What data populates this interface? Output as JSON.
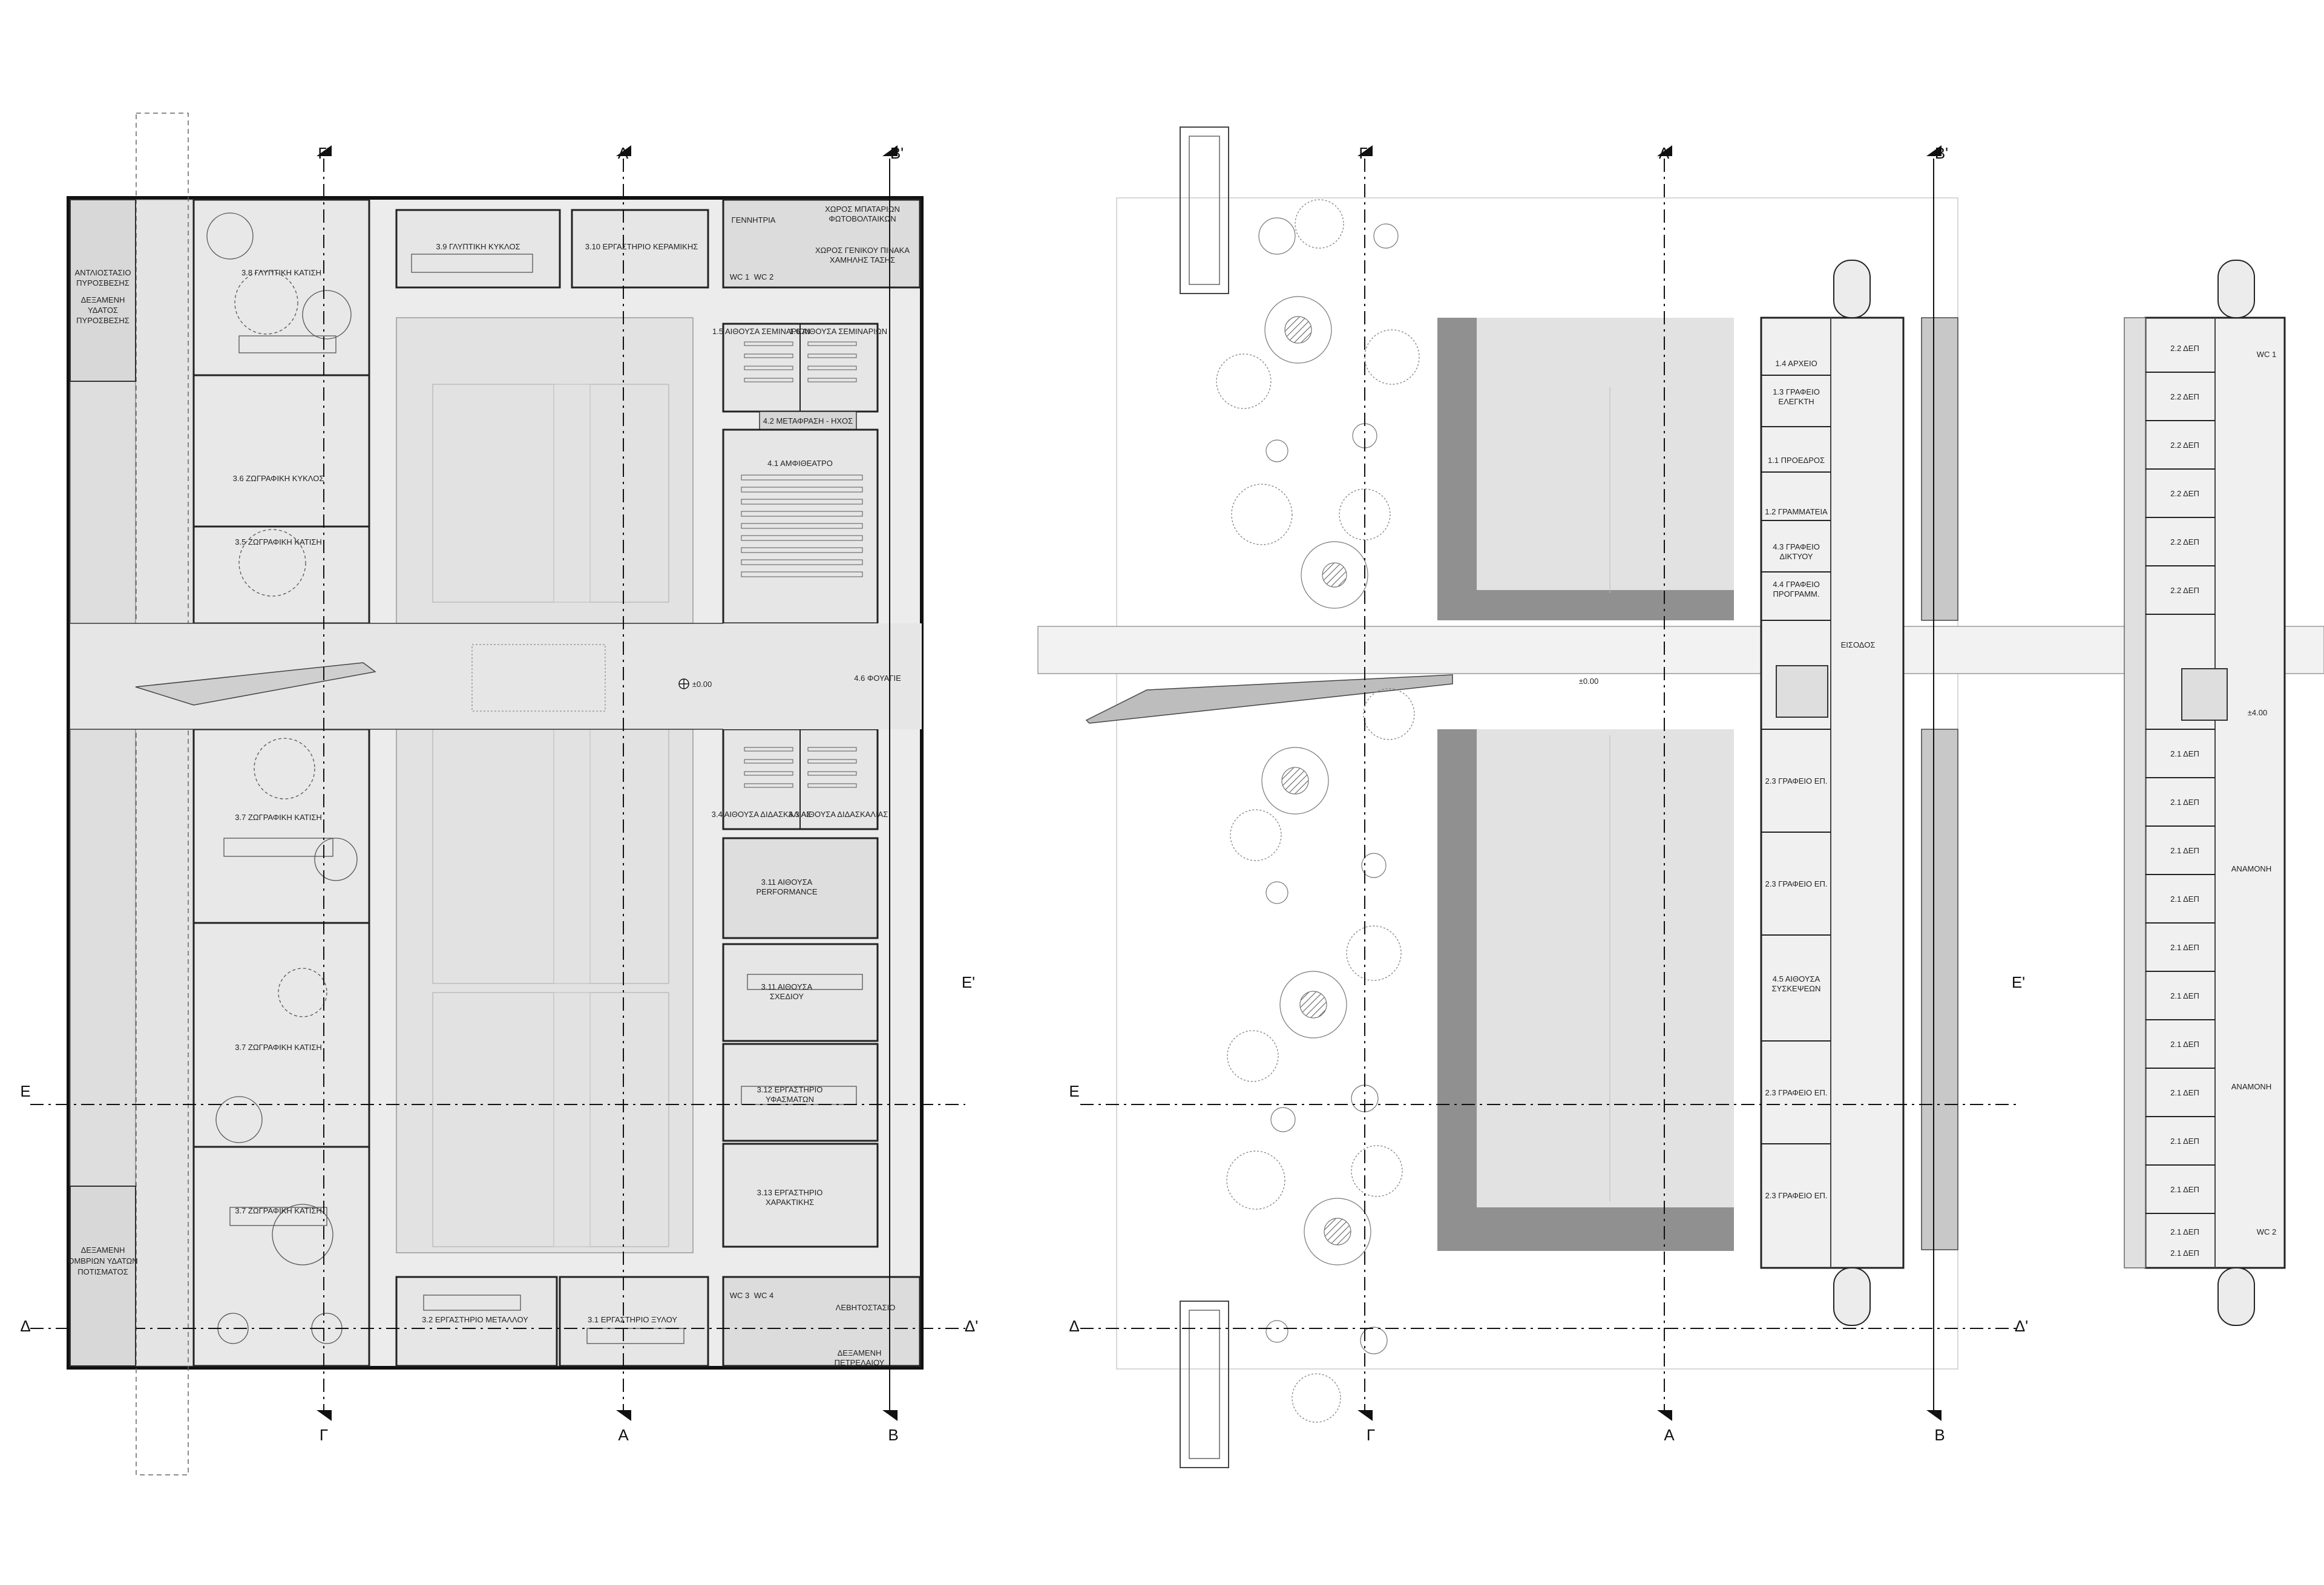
{
  "section_marks": {
    "gamma_prime": "Γ'",
    "alpha_prime": "Α'",
    "beta_prime": "Β'",
    "gamma": "Γ",
    "alpha": "Α",
    "beta": "Β",
    "epsilon": "Ε",
    "epsilon_prime": "Ε'",
    "delta": "Δ",
    "delta_prime": "Δ'"
  },
  "ground_floor": {
    "level_mark": "±0.00",
    "notes": {
      "fire_tank_1": "ΑΝΤΛΙΟΣΤΑΣΙΟ",
      "fire_tank_2": "ΠΥΡΟΣΒΕΣΗΣ",
      "fire_tank_3": "ΔΕΞΑΜΕΝΗ",
      "fire_tank_4": "ΥΔΑΤΟΣ",
      "fire_tank_5": "ΠΥΡΟΣΒΕΣΗΣ",
      "rain_tank_1": "ΔΕΞΑΜΕΝΗ",
      "rain_tank_2": "ΟΜΒΡΙΩΝ ΥΔΑΤΩΝ",
      "rain_tank_3": "ΠΟΤΙΣΜΑΤΟΣ",
      "oil_tank_1": "ΔΕΞΑΜΕΝΗ",
      "oil_tank_2": "ΠΕΤΡΕΛΑΙΟΥ"
    },
    "rooms": {
      "sculpture_1": "3.8 ΓΛΥΠΤΙΚΗ ΚΑΤΙΣΗ",
      "painting_circle": "3.6 ΖΩΓΡΑΦΙΚΗ ΚΥΚΛΟΣ",
      "painting_1": "3.5 ΖΩΓΡΑΦΙΚΗ ΚΑΤΙΣΗ",
      "painting_2": "3.7 ΖΩΓΡΑΦΙΚΗ ΚΑΤΙΣΗ",
      "painting_3": "3.7 ΖΩΓΡΑΦΙΚΗ ΚΑΤΙΣΗ",
      "painting_4": "3.7 ΖΩΓΡΑΦΙΚΗ ΚΑΤΙΣΗ",
      "sculpture_circle": "3.9 ΓΛΥΠΤΙΚΗ ΚΥΚΛΟΣ",
      "ceramics": "3.10 ΕΡΓΑΣΤΗΡΙΟ ΚΕΡΑΜΙΚΗΣ",
      "generator": "ΓΕΝΝΗΤΡΙΑ",
      "storage_1": "ΧΩΡΟΣ ΜΠΑΤΑΡΙΩΝ",
      "storage_2": "ΦΩΤΟΒΟΛΤΑΙΚΩΝ",
      "storage_3": "ΧΩΡΟΣ ΓΕΝΙΚΟΥ ΠΙΝΑΚΑ",
      "storage_4": "ΧΑΜΗΛΗΣ ΤΑΣΗΣ",
      "wc_1": "WC 1",
      "wc_2": "WC 2",
      "seminar_1": "1.5 ΑΙΘΟΥΣΑ ΣΕΜΙΝΑΡΙΩΝ",
      "seminar_2": "1.6 ΑΙΘΟΥΣΑ ΣΕΜΙΝΑΡΙΩΝ",
      "translation": "4.2 ΜΕΤΑΦΡΑΣΗ - ΗΧΟΣ",
      "amphitheatre": "4.1 ΑΜΦΙΘΕΑΤΡΟ",
      "foyer": "4.6 ΦΟΥΑΓΙΕ",
      "teaching_1": "3.4 ΑΙΘΟΥΣΑ ΔΙΔΑΣΚΑΛΙΑΣ",
      "teaching_2": "3.3 ΑΙΘΟΥΣΑ ΔΙΔΑΣΚΑΛΙΑΣ",
      "performance_1": "3.11 ΑΙΘΟΥΣΑ",
      "performance_2": "PERFORMANCE",
      "drawing_1": "3.11 ΑΙΘΟΥΣΑ",
      "drawing_2": "ΣΧΕΔΙΟΥ",
      "textile_1": "3.12 ΕΡΓΑΣΤΗΡΙΟ",
      "textile_2": "ΥΦΑΣΜΑΤΩΝ",
      "printmaking_1": "3.13 ΕΡΓΑΣΤΗΡΙΟ",
      "printmaking_2": "ΧΑΡΑΚΤΙΚΗΣ",
      "metal": "3.2 ΕΡΓΑΣΤΗΡΙΟ ΜΕΤΑΛΛΟΥ",
      "wood": "3.1 ΕΡΓΑΣΤΗΡΙΟ ΞΥΛΟΥ",
      "boiler": "ΛΕΒΗΤΟΣΤΑΣΙΟ",
      "wc_3": "WC 3",
      "wc_4": "WC 4"
    }
  },
  "first_floor": {
    "level_mark": "±0.00",
    "rooms": {
      "archive": "1.4 ΑΡΧΕΙΟ",
      "office_a": "1.3 ΓΡΑΦΕΙΟ",
      "office_b": "ΕΛΕΓΚΤΗ",
      "president": "1.1 ΠΡΟΕΔΡΟΣ",
      "secretariat": "1.2 ΓΡΑΜΜΑΤΕΙΑ",
      "network_1": "4.3 ΓΡΑΦΕΙΟ",
      "network_2": "ΔΙΚΤΥΟΥ",
      "reception_1": "4.4 ΓΡΑΦΕΙΟ",
      "reception_2": "ΠΡΟΓΡΑΜΜ.",
      "entrance": "ΕΙΣΟΔΟΣ",
      "staff_1": "2.3 ΓΡΑΦΕΙΟ ΕΠ.",
      "staff_2": "2.3 ΓΡΑΦΕΙΟ ΕΠ.",
      "meeting_1": "4.5 ΑΙΘΟΥΣΑ",
      "meeting_2": "ΣΥΣΚΕΨΕΩΝ",
      "staff_3": "2.3 ΓΡΑΦΕΙΟ ΕΠ.",
      "staff_4": "2.3 ΓΡΑΦΕΙΟ ΕΠ."
    }
  },
  "second_floor": {
    "level_mark": "±4.00",
    "rooms": {
      "office_1": "2.2 ΔΕΠ",
      "office_2": "2.2 ΔΕΠ",
      "office_3": "2.2 ΔΕΠ",
      "office_4": "2.2 ΔΕΠ",
      "office_5": "2.2 ΔΕΠ",
      "office_6": "2.2 ΔΕΠ",
      "office_7": "2.1 ΔΕΠ",
      "office_8": "2.1 ΔΕΠ",
      "office_9": "2.1 ΔΕΠ",
      "office_10": "2.1 ΔΕΠ",
      "office_11": "2.1 ΔΕΠ",
      "office_12": "2.1 ΔΕΠ",
      "office_13": "2.1 ΔΕΠ",
      "office_14": "2.1 ΔΕΠ",
      "office_15": "2.1 ΔΕΠ",
      "office_16": "2.1 ΔΕΠ",
      "office_17": "2.1 ΔΕΠ",
      "office_18": "2.1 ΔΕΠ",
      "corridor_1": "ΑΝΑΜΟΝΗ",
      "corridor_2": "ΑΝΑΜΟΝΗ",
      "wc_a": "WC 1",
      "wc_b": "WC 2"
    }
  }
}
